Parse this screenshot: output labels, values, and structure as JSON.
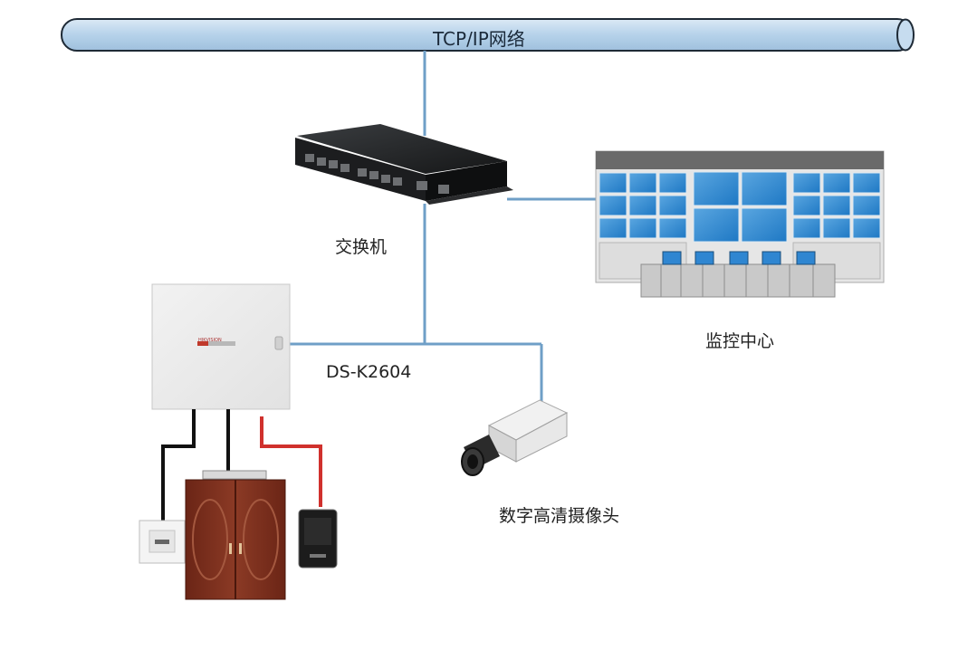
{
  "network": {
    "label": "TCP/IP网络"
  },
  "nodes": {
    "switch": {
      "label": "交换机"
    },
    "monitor_center": {
      "label": "监控中心"
    },
    "controller": {
      "label": "DS-K2604",
      "brand": "HIKVISION"
    },
    "camera": {
      "label": "数字高清摄像头"
    }
  },
  "colors": {
    "link": "#6f9fc7",
    "bus_fill": "#bcd7ec",
    "bus_stroke": "#1e2a36",
    "wire_black": "#111111",
    "wire_red": "#d0312d",
    "door": "#7a2b1c"
  }
}
